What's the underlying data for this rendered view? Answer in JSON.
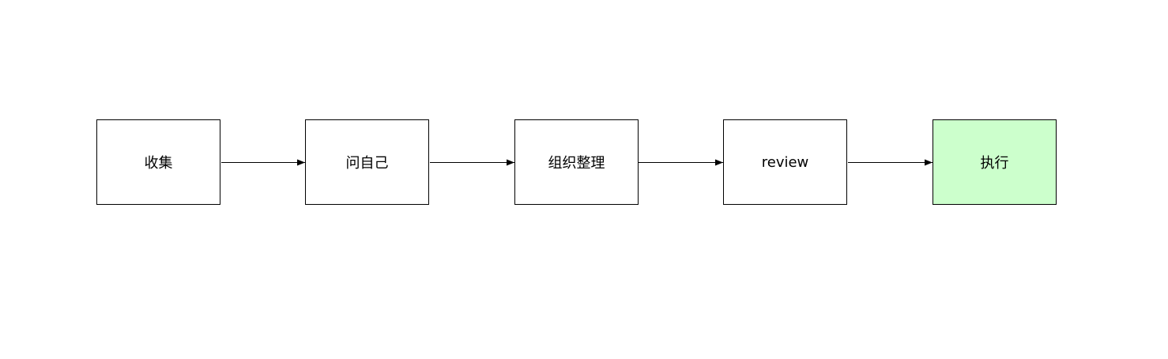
{
  "steps": [
    {
      "label": "收集"
    },
    {
      "label": "问自己"
    },
    {
      "label": "组织整理"
    },
    {
      "label": "review"
    },
    {
      "label": "执行"
    }
  ],
  "colors": {
    "highlight_fill": "#ccffcc",
    "default_fill": "#ffffff",
    "stroke": "#000000"
  },
  "highlighted_step": 4
}
